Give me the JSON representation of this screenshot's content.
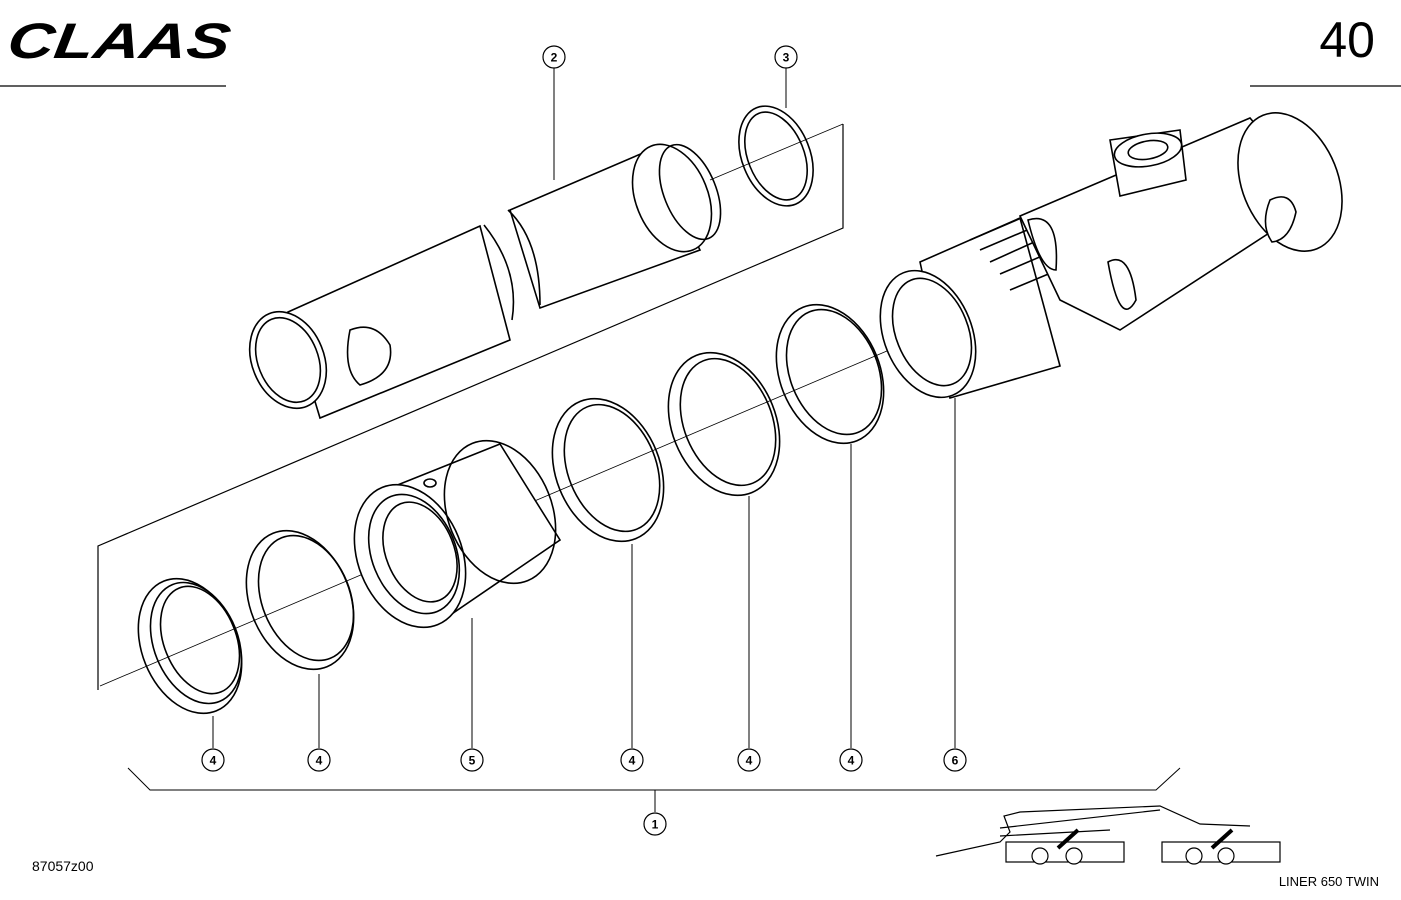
{
  "header": {
    "brand": "CLAAS",
    "page_number": "40"
  },
  "callouts": [
    {
      "id": "callout-2",
      "label": "2"
    },
    {
      "id": "callout-3",
      "label": "3"
    },
    {
      "id": "callout-4a",
      "label": "4"
    },
    {
      "id": "callout-4b",
      "label": "4"
    },
    {
      "id": "callout-5",
      "label": "5"
    },
    {
      "id": "callout-4c",
      "label": "4"
    },
    {
      "id": "callout-4d",
      "label": "4"
    },
    {
      "id": "callout-4e",
      "label": "4"
    },
    {
      "id": "callout-6",
      "label": "6"
    },
    {
      "id": "callout-1",
      "label": "1"
    }
  ],
  "footer": {
    "drawing_number": "87057z00",
    "model_name": "LINER 650 TWIN"
  },
  "icons": {
    "machine": "rake-machine-icon"
  }
}
